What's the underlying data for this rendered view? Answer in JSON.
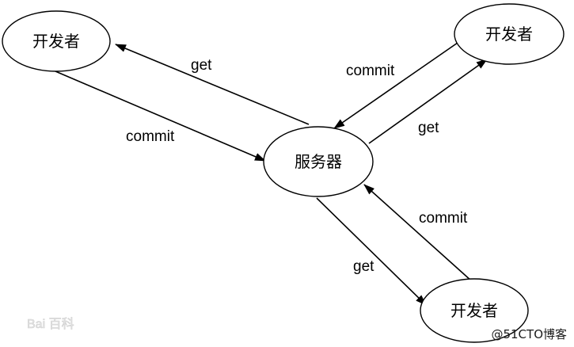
{
  "diagram": {
    "nodes": {
      "developer_top_left": {
        "label": "开发者"
      },
      "developer_top_right": {
        "label": "开发者"
      },
      "server": {
        "label": "服务器"
      },
      "developer_bottom_right": {
        "label": "开发者"
      }
    },
    "edges": {
      "server_to_top_left": {
        "label": "get"
      },
      "top_left_to_server": {
        "label": "commit"
      },
      "top_right_to_server": {
        "label": "commit"
      },
      "server_to_top_right": {
        "label": "get"
      },
      "bottom_right_to_server": {
        "label": "commit"
      },
      "server_to_bottom_right": {
        "label": "get"
      }
    }
  },
  "watermarks": {
    "baidu": "Bai 百科",
    "cto": "@51CTO博客"
  }
}
